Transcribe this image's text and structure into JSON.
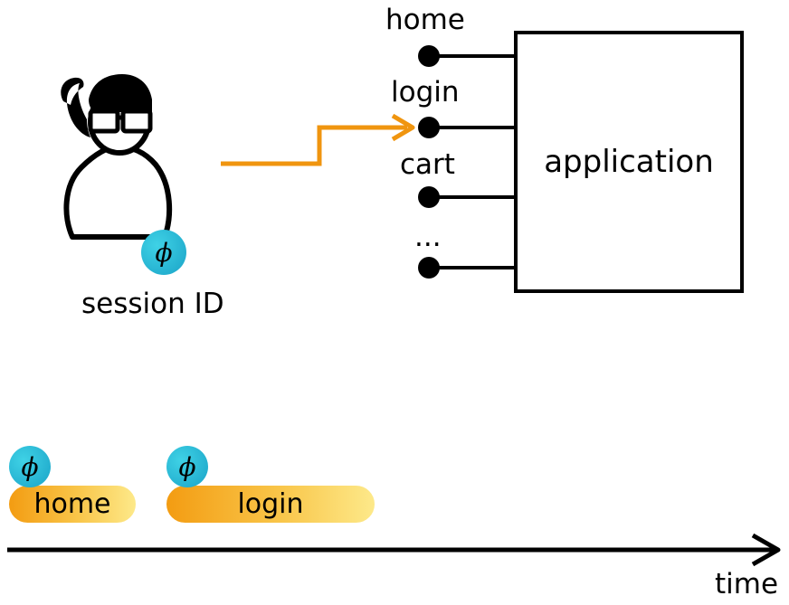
{
  "user": {
    "label": "session ID",
    "badge_symbol": "ϕ"
  },
  "application": {
    "label": "application",
    "endpoints": [
      {
        "label": "home"
      },
      {
        "label": "login"
      },
      {
        "label": "cart"
      },
      {
        "label": "..."
      }
    ]
  },
  "timeline": {
    "axis_label": "time",
    "requests": [
      {
        "label": "home",
        "badge_symbol": "ϕ"
      },
      {
        "label": "login",
        "badge_symbol": "ϕ"
      }
    ]
  },
  "colors": {
    "request_arrow": "#f0950f",
    "badge_light": "#2fc6d4",
    "badge_dark": "#1a9fc0",
    "pill_start": "#f39c12",
    "pill_end": "#fde98a",
    "line": "#000000"
  }
}
